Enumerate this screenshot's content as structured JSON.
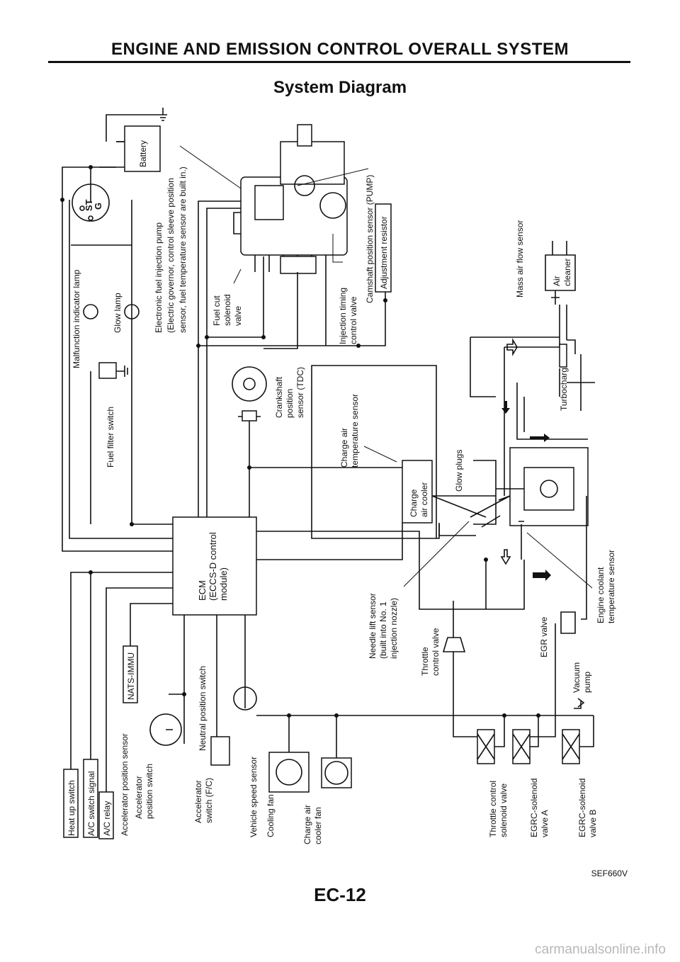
{
  "header": {
    "title": "ENGINE AND EMISSION CONTROL OVERALL SYSTEM",
    "section": "System Diagram"
  },
  "labels": {
    "battery": "Battery",
    "ignition_st": "ST",
    "ignition_g": "G",
    "mil": "Malfunction indicator lamp",
    "glow_lamp": "Glow lamp",
    "fuel_filter_switch": "Fuel filter switch",
    "injection_pump_1": "Electronic fuel injection pump",
    "injection_pump_2": "(Electric governor, control sleeve position",
    "injection_pump_3": "sensor, fuel temperature sensor are built in.)",
    "fuel_cut_1": "Fuel cut",
    "fuel_cut_2": "solenoid",
    "fuel_cut_3": "valve",
    "injection_timing_1": "Injection timing",
    "injection_timing_2": "control valve",
    "camshaft_sensor": "Camshaft position sensor (PUMP)",
    "adjustment_resistor": "Adjustment resistor",
    "crankshaft_1": "Crankshaft",
    "crankshaft_2": "position",
    "crankshaft_3": "sensor (TDC)",
    "charge_air_temp_1": "Charge air",
    "charge_air_temp_2": "temperature sensor",
    "charge_air_cooler_1": "Charge",
    "charge_air_cooler_2": "air cooler",
    "glow_plugs": "Glow plugs",
    "mass_air_flow": "Mass air flow sensor",
    "air_cleaner_1": "Air",
    "air_cleaner_2": "cleaner",
    "turbocharger": "Turbocharger",
    "engine_coolant_1": "Engine coolant",
    "engine_coolant_2": "temperature sensor",
    "ecm_1": "ECM",
    "ecm_2": "(ECCS-D control",
    "ecm_3": "module)",
    "heat_up_switch": "Heat up switch",
    "ac_switch_signal": "A/C switch signal",
    "ac_relay": "A/C relay",
    "accel_pos_sensor": "Accelerator position sensor",
    "accel_pos_switch_1": "Accelerator",
    "accel_pos_switch_2": "position switch",
    "accel_switch_fc_1": "Accelerator",
    "accel_switch_fc_2": "switch (F/C)",
    "nats": "NATS-IMMU",
    "neutral_switch": "Neutral position switch",
    "vehicle_speed": "Vehicle speed sensor",
    "cooling_fan": "Cooling fan",
    "charge_air_fan_1": "Charge air",
    "charge_air_fan_2": "cooler fan",
    "needle_lift_1": "Needle lift sensor",
    "needle_lift_2": "(built into No. 1",
    "needle_lift_3": "injection nozzle)",
    "throttle_valve_1": "Throttle",
    "throttle_valve_2": "control valve",
    "egr_valve": "EGR valve",
    "vacuum_pump_1": "Vacuum",
    "vacuum_pump_2": "pump",
    "throttle_solenoid_1": "Throttle control",
    "throttle_solenoid_2": "solenoid valve",
    "egrc_a_1": "EGRC-solenoid",
    "egrc_a_2": "valve A",
    "egrc_b_1": "EGRC-solenoid",
    "egrc_b_2": "valve B"
  },
  "footer": {
    "ref_code": "SEF660V",
    "page_number": "EC-12",
    "watermark": "carmanualsonline.info"
  }
}
